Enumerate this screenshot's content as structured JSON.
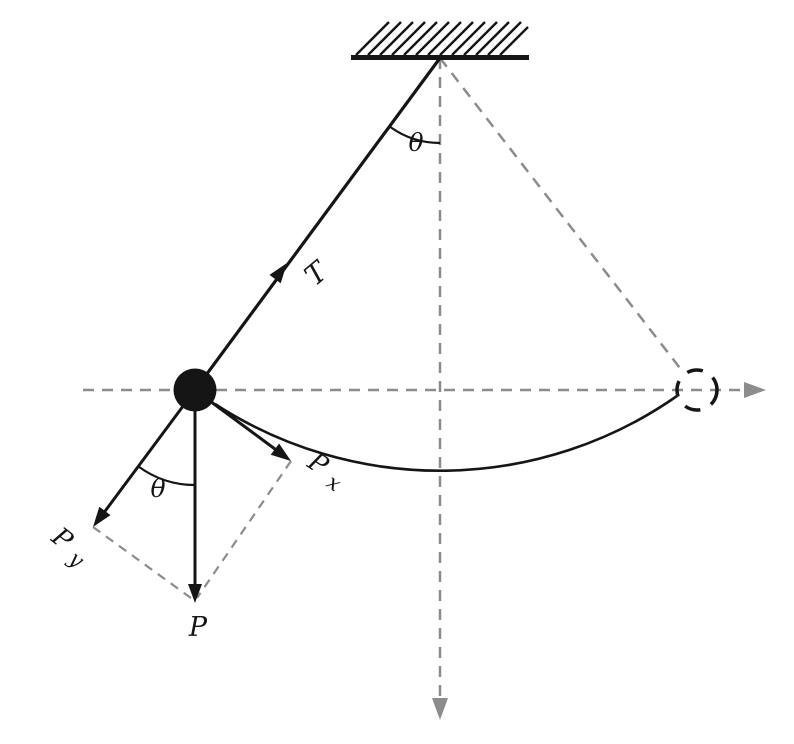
{
  "diagram": {
    "labels": {
      "tension": "T",
      "theta_top": "θ",
      "theta_bottom": "θ",
      "weight": "P",
      "weight_x_main": "P",
      "weight_x_sub": "x",
      "weight_y_main": "P",
      "weight_y_sub": "y"
    },
    "colors": {
      "ink": "#151515",
      "guide": "#8c8c8c",
      "background": "#ffffff"
    }
  }
}
